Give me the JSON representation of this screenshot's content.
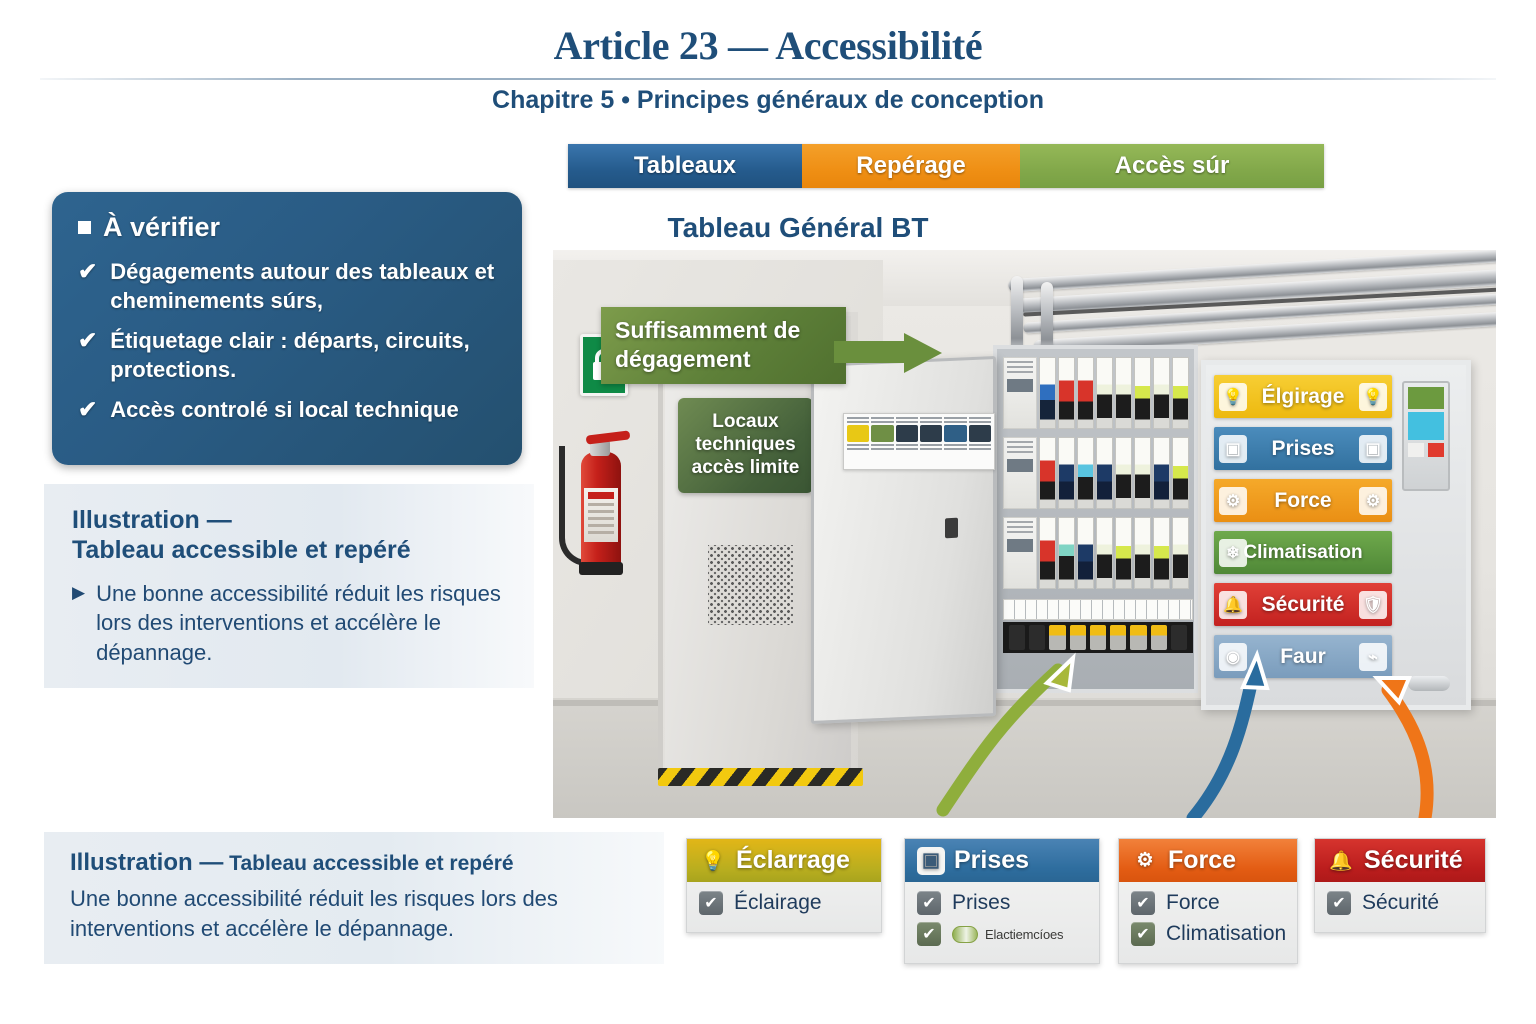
{
  "header": {
    "title": "Article 23 — Accessibilité",
    "subtitle": "Chapitre 5 • Principes généraux de conception"
  },
  "tabs": [
    {
      "label": "Tableaux",
      "color": "#255b8d"
    },
    {
      "label": "Repérage",
      "color": "#ef8f14"
    },
    {
      "label": "Accès súr",
      "color": "#82a84a"
    }
  ],
  "illustration": {
    "title": "Tableau Général BT",
    "banner": {
      "line1": "Suffisamment de",
      "line2": "dégagement",
      "color": "#5e8039"
    },
    "door_sign": {
      "line1": "Locaux",
      "line2": "techniques",
      "line3": "accès limite"
    },
    "hazard_icon": "electrical-hazard-icon",
    "lock_icon": "padlock-icon",
    "extinguisher_icon": "fire-extinguisher-icon",
    "panel_labels": [
      {
        "label": "Élgirage",
        "color": "#f0c020",
        "icon_left": "bulb-icon",
        "icon_right": "bulb-icon"
      },
      {
        "label": "Prises",
        "color": "#3b7bab",
        "icon_left": "socket-icon",
        "icon_right": "socket-icon"
      },
      {
        "label": "Force",
        "color": "#ef9a1c",
        "icon_left": "gear-icon",
        "icon_right": "gears-icon"
      },
      {
        "label": "Climatisation",
        "color": "#5d9440",
        "icon_left": "fan-icon",
        "icon_right": ""
      },
      {
        "label": "Sécurité",
        "color": "#d2302a",
        "icon_left": "bell-icon",
        "icon_right": "shield-icon"
      },
      {
        "label": "Faur",
        "color": "#7fa3c4",
        "icon_left": "meter-icon",
        "icon_right": "circuit-icon"
      }
    ],
    "arrows": [
      {
        "name": "arrow-to-breakers",
        "color": "#8fae3c"
      },
      {
        "name": "arrow-to-labels",
        "color": "#2a6c9e"
      },
      {
        "name": "arrow-to-cabinet",
        "color": "#ef7518"
      }
    ]
  },
  "checklist": {
    "heading": "À vérifier",
    "bullet_icon": "square-bullet-icon",
    "check_icon": "check-icon",
    "items": [
      "Dégagements autour des tableaux et cheminements súrs,",
      "Étiquetage clair : départs, circuits, protections.",
      "Accès controlé si local technique"
    ]
  },
  "illustration_card": {
    "heading_line1": "Illustration —",
    "heading_line2": "Tableau accessible et repéré",
    "bullet_icon": "triangle-bullet-icon",
    "body": "Une bonne accessibilité réduit les risques lors des interventions et accélère le dépannage."
  },
  "bottom_band": {
    "title_bold": "Illustration —",
    "title_rest": " Tableau accessible et repéré",
    "body": "Une bonne accessibilité réduit les risques lors des interventions et accélère le dépannage."
  },
  "cards": [
    {
      "title": "Éclarrage",
      "header_color": "#b9ae1f",
      "icon": "bulb-icon",
      "icon_glyph": "☀",
      "items": [
        {
          "label": "Éclairage",
          "checked": true,
          "style": "text"
        }
      ]
    },
    {
      "title": "Prises",
      "header_color": "#2e6d9e",
      "icon": "socket-icon",
      "icon_glyph": "▣",
      "items": [
        {
          "label": "Prises",
          "checked": true,
          "style": "text"
        },
        {
          "label": "Elactiemcíoes",
          "checked": true,
          "style": "logo"
        }
      ]
    },
    {
      "title": "Force",
      "header_color": "#e35c13",
      "icon": "gears-icon",
      "icon_glyph": "⚙",
      "items": [
        {
          "label": "Force",
          "checked": true,
          "style": "text"
        },
        {
          "label": "Climatisation",
          "checked": true,
          "style": "text-green"
        }
      ]
    },
    {
      "title": "Sécurité",
      "header_color": "#bb1d1d",
      "icon": "bell-icon",
      "icon_glyph": "⚑",
      "items": [
        {
          "label": "Sécurité",
          "checked": true,
          "style": "text"
        }
      ]
    }
  ],
  "glyphs": {
    "check": "✔",
    "triangle": "▶",
    "hazard": "⚡"
  }
}
